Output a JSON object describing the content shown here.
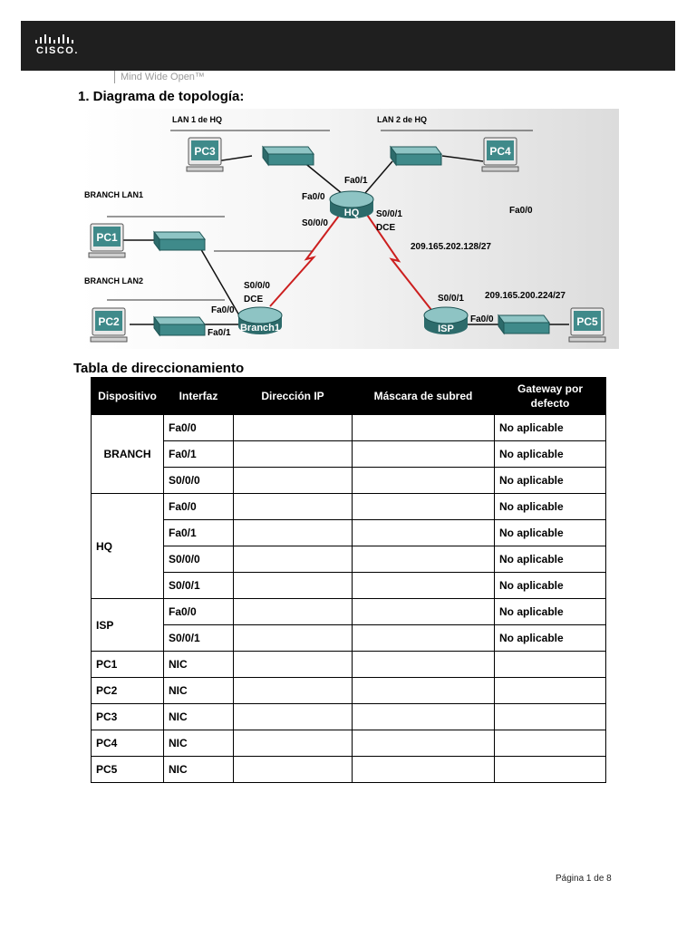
{
  "header": {
    "logo_text": "CISCO.",
    "tagline": "Mind Wide Open™"
  },
  "section": {
    "title": "1.  Diagrama de topología:"
  },
  "topology": {
    "labels": {
      "lan1": "LAN 1 de HQ",
      "lan2": "LAN 2 de HQ",
      "branch_lan1": "BRANCH LAN1",
      "branch_lan2": "BRANCH LAN2",
      "hq_fa01": "Fa0/1",
      "hq_fa00": "Fa0/0",
      "hq_s000": "S0/0/0",
      "hq_s001": "S0/0/1",
      "hq_dce": "DCE",
      "isp_fa00_top": "Fa0/0",
      "net_hq_isp": "209.165.202.128/27",
      "net_isp_lan": "209.165.200.224/27",
      "br_s000": "S0/0/0",
      "br_dce": "DCE",
      "br_fa00": "Fa0/0",
      "br_fa01": "Fa0/1",
      "isp_s001": "S0/0/1",
      "isp_fa00": "Fa0/0"
    },
    "devices": {
      "pc1": "PC1",
      "pc2": "PC2",
      "pc3": "PC3",
      "pc4": "PC4",
      "pc5": "PC5",
      "hq": "HQ",
      "branch": "Branch1",
      "isp": "ISP"
    }
  },
  "table": {
    "title": "Tabla de direccionamiento",
    "headers": [
      "Dispositivo",
      "Interfaz",
      "Dirección IP",
      "Máscara de subred",
      "Gateway por defecto"
    ],
    "groups": [
      {
        "device": "BRANCH",
        "rows": [
          {
            "interface": "Fa0/0",
            "ip": "",
            "mask": "",
            "gateway": "No aplicable"
          },
          {
            "interface": "Fa0/1",
            "ip": "",
            "mask": "",
            "gateway": "No aplicable"
          },
          {
            "interface": "S0/0/0",
            "ip": "",
            "mask": "",
            "gateway": "No aplicable"
          }
        ]
      },
      {
        "device": "HQ",
        "rows": [
          {
            "interface": "Fa0/0",
            "ip": "",
            "mask": "",
            "gateway": "No aplicable"
          },
          {
            "interface": "Fa0/1",
            "ip": "",
            "mask": "",
            "gateway": "No aplicable"
          },
          {
            "interface": "S0/0/0",
            "ip": "",
            "mask": "",
            "gateway": "No aplicable"
          },
          {
            "interface": "S0/0/1",
            "ip": "",
            "mask": "",
            "gateway": "No aplicable"
          }
        ]
      },
      {
        "device": "ISP",
        "rows": [
          {
            "interface": "Fa0/0",
            "ip": "",
            "mask": "",
            "gateway": "No aplicable"
          },
          {
            "interface": "S0/0/1",
            "ip": "",
            "mask": "",
            "gateway": "No aplicable"
          }
        ]
      },
      {
        "device": "PC1",
        "rows": [
          {
            "interface": "NIC",
            "ip": "",
            "mask": "",
            "gateway": ""
          }
        ]
      },
      {
        "device": "PC2",
        "rows": [
          {
            "interface": "NIC",
            "ip": "",
            "mask": "",
            "gateway": ""
          }
        ]
      },
      {
        "device": "PC3",
        "rows": [
          {
            "interface": "NIC",
            "ip": "",
            "mask": "",
            "gateway": ""
          }
        ]
      },
      {
        "device": "PC4",
        "rows": [
          {
            "interface": "NIC",
            "ip": "",
            "mask": "",
            "gateway": ""
          }
        ]
      },
      {
        "device": "PC5",
        "rows": [
          {
            "interface": "NIC",
            "ip": "",
            "mask": "",
            "gateway": ""
          }
        ]
      }
    ]
  },
  "footer": {
    "page": "Página 1 de 8"
  },
  "colors": {
    "header_bg": "#1f1f1f",
    "serial_link": "#cc1f1f",
    "device_fill": "#3f8a8a"
  }
}
